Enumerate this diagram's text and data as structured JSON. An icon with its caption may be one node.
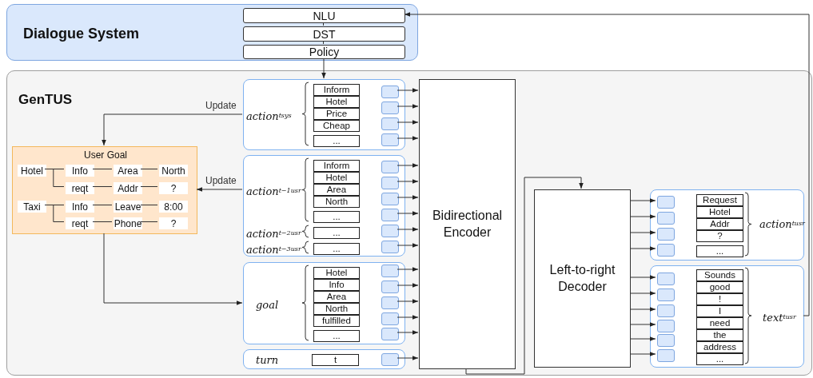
{
  "diagram": {
    "nodes": [
      {
        "text": [
          "Dialogue System"
        ]
      },
      {
        "text": [
          "NLU"
        ],
        "in": 0
      },
      {
        "text": [
          "DST"
        ],
        "in": 0
      },
      {
        "text": [
          "Policy"
        ],
        "in": 0
      },
      {
        "text": [
          "GenTUS"
        ]
      },
      {
        "text": [
          "action$^{t}$$_{sys}$"
        ],
        "in": 4
      },
      {
        "text": [
          "Inform"
        ],
        "in": 5
      },
      {
        "text": [
          "Hotel"
        ],
        "in": 5
      },
      {
        "text": [
          "Price"
        ],
        "in": 5
      },
      {
        "text": [
          "Cheap"
        ],
        "in": 5
      },
      {
        "text": [
          "..."
        ],
        "in": 5
      },
      {
        "text": [],
        "shape": "box",
        "in": 5
      },
      {
        "text": [],
        "shape": "box",
        "in": 5
      },
      {
        "text": [],
        "shape": "box",
        "in": 5
      },
      {
        "text": [],
        "shape": "box",
        "in": 5
      },
      {
        "text": [
          "User Goal"
        ],
        "in": 4
      },
      {
        "text": [
          "Hotel"
        ],
        "in": 15
      },
      {
        "text": [
          "Info"
        ],
        "in": 15
      },
      {
        "text": [
          "Area"
        ],
        "in": 15
      },
      {
        "text": [
          "North"
        ],
        "in": 15
      },
      {
        "text": [
          "reqt"
        ],
        "in": 15
      },
      {
        "text": [
          "Addr"
        ],
        "in": 15
      },
      {
        "text": [
          "?"
        ],
        "in": 15
      },
      {
        "text": [
          "Taxi"
        ],
        "in": 15
      },
      {
        "text": [
          "Info"
        ],
        "in": 15
      },
      {
        "text": [
          "Leave"
        ],
        "in": 15
      },
      {
        "text": [
          "8:00"
        ],
        "in": 15
      },
      {
        "text": [
          "reqt"
        ],
        "in": 15
      },
      {
        "text": [
          "Phone"
        ],
        "in": 15
      },
      {
        "text": [
          "?"
        ],
        "in": 15
      },
      {
        "text": [
          "action$^{t−1}$$_{usr}$",
          "action$^{t−2}$$_{usr}$",
          "action$^{t−3}$$_{usr}$"
        ],
        "in": 4
      },
      {
        "text": [
          "Inform"
        ],
        "in": 30
      },
      {
        "text": [
          "Hotel"
        ],
        "in": 30
      },
      {
        "text": [
          "Area"
        ],
        "in": 30
      },
      {
        "text": [
          "North"
        ],
        "in": 30
      },
      {
        "text": [
          "..."
        ],
        "in": 30
      },
      {
        "text": [
          "..."
        ],
        "in": 30
      },
      {
        "text": [
          "..."
        ],
        "in": 30
      },
      {
        "text": [],
        "shape": "box",
        "in": 30
      },
      {
        "text": [],
        "shape": "box",
        "in": 30
      },
      {
        "text": [],
        "shape": "box",
        "in": 30
      },
      {
        "text": [],
        "shape": "box",
        "in": 30
      },
      {
        "text": [],
        "shape": "box",
        "in": 30
      },
      {
        "text": [],
        "shape": "box",
        "in": 30
      },
      {
        "text": [
          "goal"
        ],
        "in": 4
      },
      {
        "text": [
          "Hotel"
        ],
        "in": 44
      },
      {
        "text": [
          "Info"
        ],
        "in": 44
      },
      {
        "text": [
          "Area"
        ],
        "in": 44
      },
      {
        "text": [
          "North"
        ],
        "in": 44
      },
      {
        "text": [
          "fulfilled"
        ],
        "in": 44
      },
      {
        "text": [
          "..."
        ],
        "in": 44
      },
      {
        "text": [],
        "shape": "box",
        "in": 44
      },
      {
        "text": [],
        "shape": "box",
        "in": 44
      },
      {
        "text": [],
        "shape": "box",
        "in": 44
      },
      {
        "text": [],
        "shape": "box",
        "in": 44
      },
      {
        "text": [],
        "shape": "box",
        "in": 44
      },
      {
        "text": [
          "turn"
        ],
        "in": 4
      },
      {
        "text": [
          "t"
        ],
        "in": 56
      },
      {
        "text": [],
        "shape": "box",
        "in": 56
      },
      {
        "text": [
          "Bidirectional Encoder"
        ],
        "in": 4
      },
      {
        "text": [
          "Left-to-right Decoder"
        ],
        "in": 4
      },
      {
        "text": [
          "action$^{t}$$_{usr}$"
        ],
        "in": 4
      },
      {
        "text": [],
        "shape": "box",
        "in": 61
      },
      {
        "text": [],
        "shape": "box",
        "in": 61
      },
      {
        "text": [],
        "shape": "box",
        "in": 61
      },
      {
        "text": [],
        "shape": "box",
        "in": 61
      },
      {
        "text": [
          "Request"
        ],
        "in": 61
      },
      {
        "text": [
          "Hotel"
        ],
        "in": 61
      },
      {
        "text": [
          "Addr"
        ],
        "in": 61
      },
      {
        "text": [
          "?"
        ],
        "in": 61
      },
      {
        "text": [
          "..."
        ],
        "in": 61
      },
      {
        "text": [
          "text$^{t}$$_{usr}$"
        ],
        "in": 4
      },
      {
        "text": [],
        "shape": "box",
        "in": 71
      },
      {
        "text": [],
        "shape": "box",
        "in": 71
      },
      {
        "text": [],
        "shape": "box",
        "in": 71
      },
      {
        "text": [],
        "shape": "box",
        "in": 71
      },
      {
        "text": [],
        "shape": "box",
        "in": 71
      },
      {
        "text": [],
        "shape": "box",
        "in": 71
      },
      {
        "text": [
          "Sounds"
        ],
        "in": 71
      },
      {
        "text": [
          "good"
        ],
        "in": 71
      },
      {
        "text": [
          "!"
        ],
        "in": 71
      },
      {
        "text": [
          "I"
        ],
        "in": 71
      },
      {
        "text": [
          "need"
        ],
        "in": 71
      },
      {
        "text": [
          "the"
        ],
        "in": 71
      },
      {
        "text": [
          "address"
        ],
        "in": 71
      },
      {
        "text": [
          "..."
        ],
        "in": 71
      }
    ],
    "edges": [
      {
        "from": 71,
        "to": 1,
        "arrow": "to"
      },
      {
        "from": 1,
        "to": 2,
        "arrow": "none"
      },
      {
        "from": 2,
        "to": 3,
        "arrow": "none"
      },
      {
        "from": 3,
        "to": 5,
        "arrow": "to"
      },
      {
        "from": 5,
        "to": 15,
        "arrow": "to",
        "label": "Update"
      },
      {
        "from": 30,
        "to": 15,
        "arrow": "to",
        "label": "Update"
      },
      {
        "from": 15,
        "to": 44,
        "arrow": "to"
      },
      {
        "from": 59,
        "to": 60,
        "arrow": "to"
      },
      {
        "from": 16,
        "to": 17,
        "arrow": "none"
      },
      {
        "from": 16,
        "to": 20,
        "arrow": "none"
      },
      {
        "from": 17,
        "to": 18,
        "arrow": "none"
      },
      {
        "from": 18,
        "to": 19,
        "arrow": "none"
      },
      {
        "from": 20,
        "to": 21,
        "arrow": "none"
      },
      {
        "from": 21,
        "to": 22,
        "arrow": "none"
      },
      {
        "from": 23,
        "to": 24,
        "arrow": "none"
      },
      {
        "from": 23,
        "to": 27,
        "arrow": "none"
      },
      {
        "from": 24,
        "to": 25,
        "arrow": "none"
      },
      {
        "from": 25,
        "to": 26,
        "arrow": "none"
      },
      {
        "from": 27,
        "to": 28,
        "arrow": "none"
      },
      {
        "from": 28,
        "to": 29,
        "arrow": "none"
      },
      {
        "from": 11,
        "to": 59,
        "arrow": "to"
      },
      {
        "from": 12,
        "to": 59,
        "arrow": "to"
      },
      {
        "from": 13,
        "to": 59,
        "arrow": "to"
      },
      {
        "from": 14,
        "to": 59,
        "arrow": "to"
      },
      {
        "from": 38,
        "to": 59,
        "arrow": "to"
      },
      {
        "from": 39,
        "to": 59,
        "arrow": "to"
      },
      {
        "from": 40,
        "to": 59,
        "arrow": "to"
      },
      {
        "from": 41,
        "to": 59,
        "arrow": "to"
      },
      {
        "from": 42,
        "to": 59,
        "arrow": "to"
      },
      {
        "from": 43,
        "to": 59,
        "arrow": "to"
      },
      {
        "from": 51,
        "to": 59,
        "arrow": "to"
      },
      {
        "from": 52,
        "to": 59,
        "arrow": "to"
      },
      {
        "from": 53,
        "to": 59,
        "arrow": "to"
      },
      {
        "from": 54,
        "to": 59,
        "arrow": "to"
      },
      {
        "from": 55,
        "to": 59,
        "arrow": "to"
      },
      {
        "from": 58,
        "to": 59,
        "arrow": "to"
      },
      {
        "from": 60,
        "to": 62,
        "arrow": "to"
      },
      {
        "from": 60,
        "to": 63,
        "arrow": "to"
      },
      {
        "from": 60,
        "to": 64,
        "arrow": "to"
      },
      {
        "from": 60,
        "to": 65,
        "arrow": "to"
      },
      {
        "from": 60,
        "to": 72,
        "arrow": "to"
      },
      {
        "from": 60,
        "to": 73,
        "arrow": "to"
      },
      {
        "from": 60,
        "to": 74,
        "arrow": "to"
      },
      {
        "from": 60,
        "to": 75,
        "arrow": "to"
      },
      {
        "from": 60,
        "to": 76,
        "arrow": "to"
      },
      {
        "from": 60,
        "to": 77,
        "arrow": "to"
      }
    ]
  }
}
